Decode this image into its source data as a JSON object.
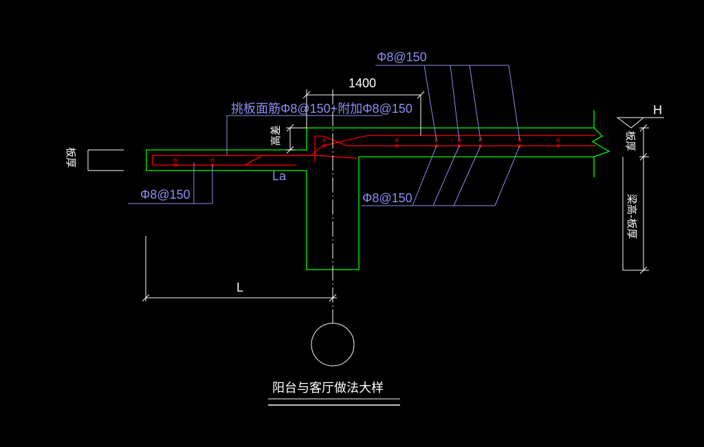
{
  "colors": {
    "background": "#000000",
    "outline": "#00ff00",
    "rebar": "#ff0000",
    "leader": "#8f8ff4",
    "dimension": "#ffffff"
  },
  "labels": {
    "top_bar_spec": "Φ8@150",
    "dim_1400": "1400",
    "cantilever_top_bar": "挑板面筋Φ8@150+附加Φ8@150",
    "height_diff": "高差",
    "la": "La",
    "cantilever_bottom_bar": "Φ8@150",
    "bottom_bar_spec": "Φ8@150",
    "h": "H",
    "slab_thickness_left": "板厚",
    "slab_thickness_right": "板厚",
    "beam_height_slab": "梁高-板厚",
    "l": "L",
    "title": "阳台与客厅做法大样"
  }
}
